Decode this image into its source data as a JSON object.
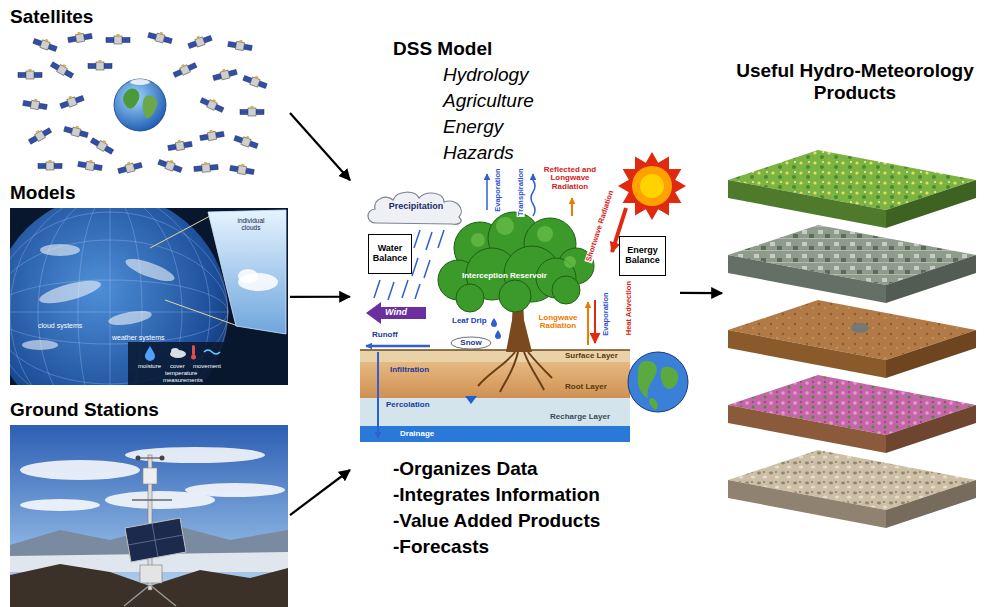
{
  "diagram": {
    "nodes": [
      {
        "text": [
          "Satellites"
        ]
      },
      {
        "text": [
          "Models"
        ]
      },
      {
        "text": [
          "Ground Stations"
        ]
      },
      {
        "text": [
          "DSS Model",
          "Hydrology",
          "Agriculture",
          "Energy",
          "Hazards",
          "-Organizes Data",
          "-Integrates Information",
          "-Value Added Products",
          "-Forecasts"
        ]
      },
      {
        "text": [
          "Precipitation"
        ],
        "in": 3
      },
      {
        "text": [
          "Water Balance"
        ],
        "in": 3
      },
      {
        "text": [
          "Energy Balance"
        ],
        "in": 3
      },
      {
        "text": [
          "Wind"
        ],
        "in": 3
      },
      {
        "text": [
          "Snow"
        ],
        "in": 3
      },
      {
        "text": [
          "Surface Layer"
        ],
        "in": 3
      },
      {
        "text": [
          "Infiltration",
          "Root Layer"
        ],
        "in": 3
      },
      {
        "text": [
          "Percolation",
          "Recharge Layer"
        ],
        "in": 3
      },
      {
        "text": [
          "Drainage"
        ],
        "in": 3
      },
      {
        "text": [
          "Useful Hydro-Meteorology Products"
        ]
      }
    ],
    "edges": [
      {
        "from": 0,
        "to": 3,
        "arrow": "to"
      },
      {
        "from": 1,
        "to": 3,
        "arrow": "to"
      },
      {
        "from": 2,
        "to": 3,
        "arrow": "to"
      },
      {
        "from": 3,
        "to": 13,
        "arrow": "to"
      }
    ],
    "labels": [
      "Evaporation",
      "Transpiration",
      "Reflected and Longwave Radiation",
      "Shortwave Radiation",
      "Interception Reservoir",
      "Leaf Drip",
      "Longwave Radiation",
      "Runoff",
      "Evaporation",
      "Heat Advection",
      "individual clouds",
      "cloud systems",
      "weather systems",
      "moisture",
      "cover",
      "movement",
      "temperature",
      "measurements"
    ]
  }
}
